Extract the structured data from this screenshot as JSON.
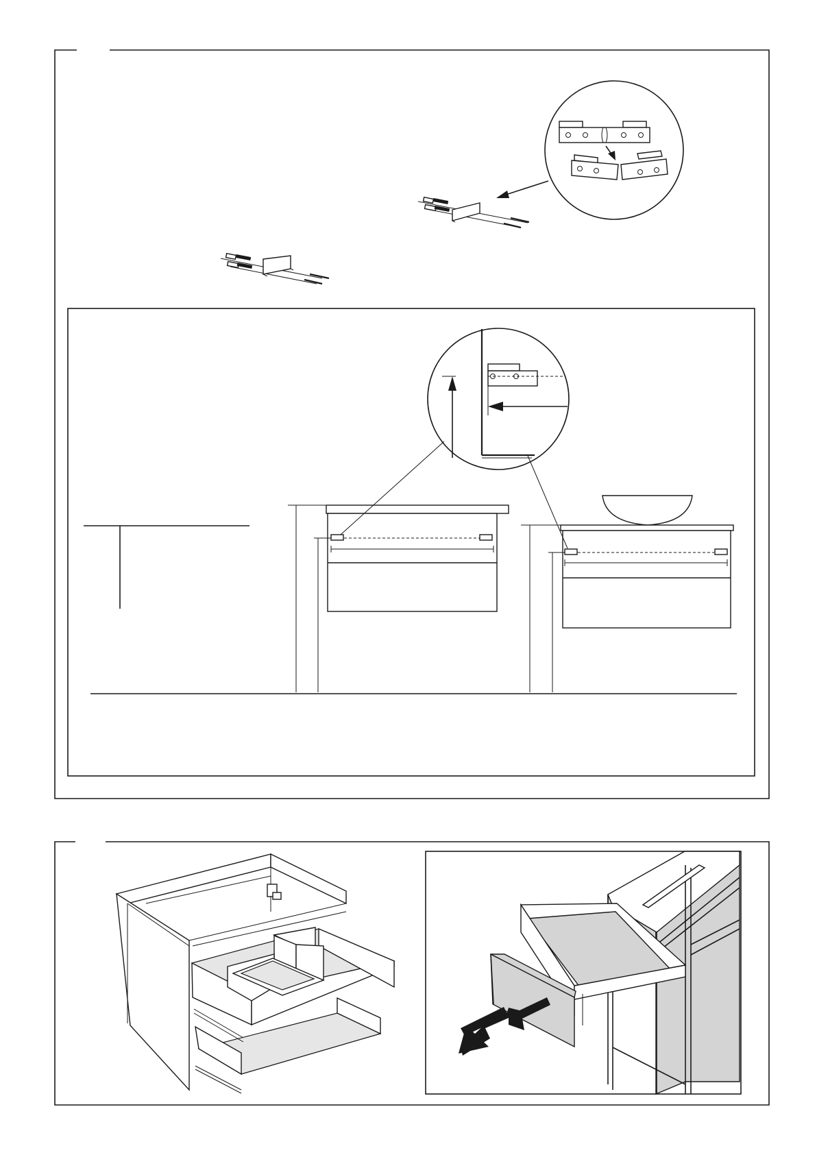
{
  "page": {
    "colors": {
      "ink": "#1a1a1a",
      "panel_grey": "#d4d4d4",
      "light_grey": "#e6e6e6",
      "background": "#ffffff"
    }
  },
  "section_top": {
    "parts": [
      {
        "name": "wall-bracket-hardware-left"
      },
      {
        "name": "wall-bracket-hardware-right"
      },
      {
        "name": "bracket-split-detail-circle"
      }
    ],
    "mounting_diagram": {
      "parts": [
        {
          "name": "wall-mounted-cabinet"
        },
        {
          "name": "cabinet-with-vessel-basin"
        },
        {
          "name": "bracket-position-detail-circle"
        },
        {
          "name": "floor-line"
        }
      ]
    }
  },
  "section_bottom": {
    "parts": [
      {
        "name": "cabinet-with-drawers-illustration"
      },
      {
        "name": "drawer-removal-detail"
      }
    ],
    "icons": [
      "pull-arrow-icon"
    ]
  }
}
